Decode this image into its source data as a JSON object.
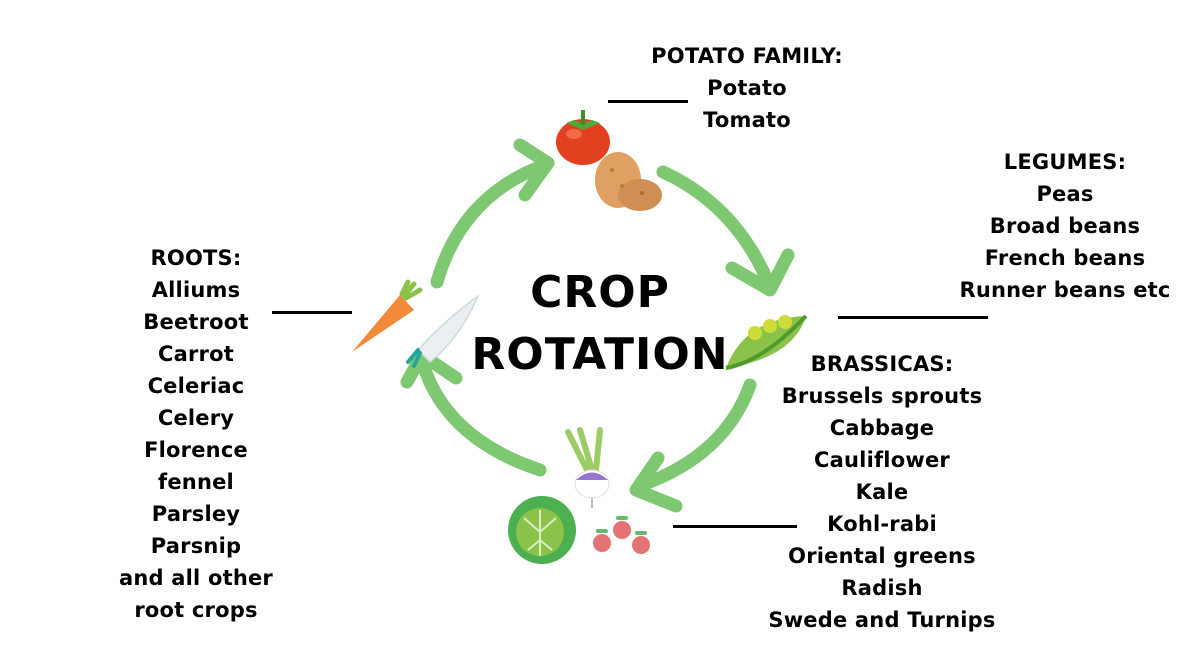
{
  "title": {
    "line1": "CROP",
    "line2": "ROTATION"
  },
  "groups": {
    "potato": {
      "heading": "POTATO FAMILY:",
      "items": [
        "Potato",
        "Tomato"
      ]
    },
    "legumes": {
      "heading": "LEGUMES:",
      "items": [
        "Peas",
        "Broad beans",
        "French beans",
        "Runner beans etc"
      ]
    },
    "brassicas": {
      "heading": "BRASSICAS:",
      "items": [
        "Brussels sprouts",
        "Cabbage",
        "Cauliflower",
        "Kale",
        "Kohl-rabi",
        "Oriental greens",
        "Radish",
        "Swede and Turnips"
      ]
    },
    "roots": {
      "heading": "ROOTS:",
      "items": [
        "Alliums",
        "Beetroot",
        "Carrot",
        "Celeriac",
        "Celery",
        "Florence",
        "fennel",
        "Parsley",
        "Parsnip",
        "and all other",
        "root crops"
      ]
    }
  },
  "colors": {
    "arrow": "#7dc870",
    "text": "#000000"
  },
  "icons": [
    "tomato-icon",
    "potato-icon",
    "pea-pod-icon",
    "turnip-icon",
    "cabbage-icon",
    "radish-icon",
    "carrot-icon",
    "parsnip-icon"
  ]
}
